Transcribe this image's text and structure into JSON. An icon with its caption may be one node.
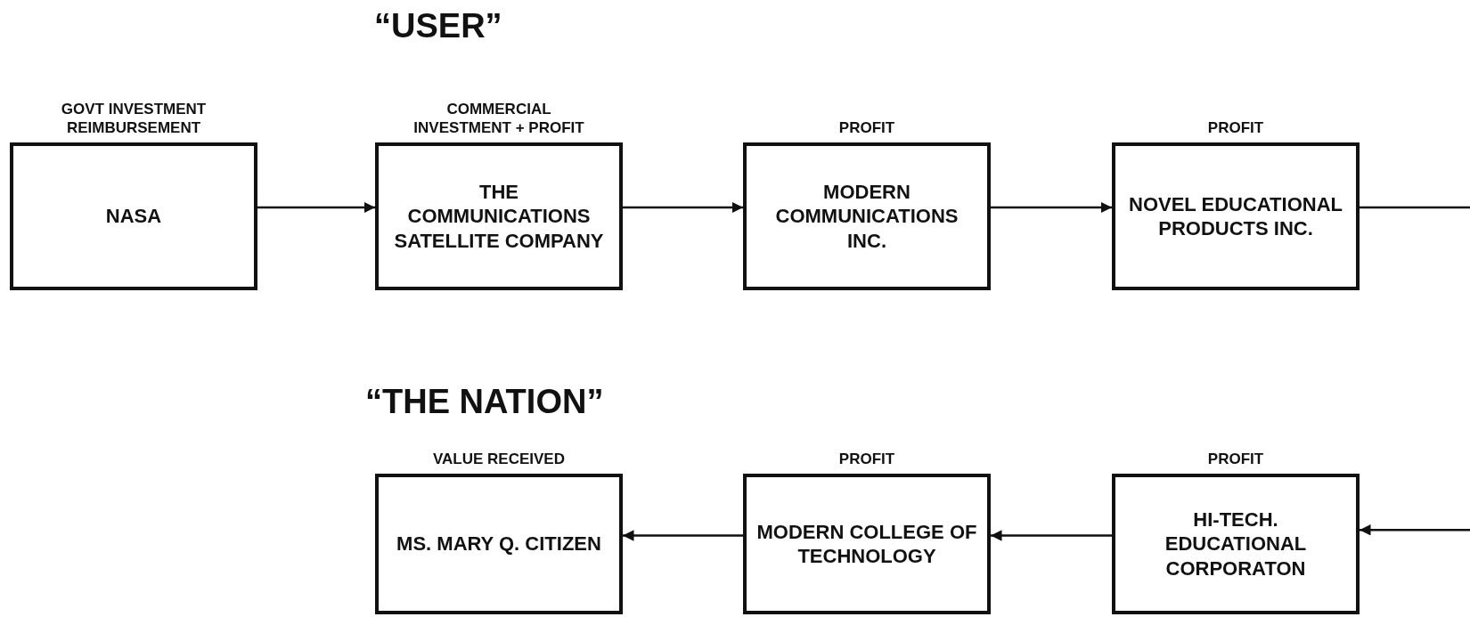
{
  "diagram": {
    "nodes": [
      {
        "text": [
          "NASA"
        ],
        "beside": [
          "GOVT INVESTMENT REIMBURSEMENT"
        ]
      },
      {
        "text": [
          "THE COMMUNICATIONS SATELLITE COMPANY"
        ],
        "beside": [
          "COMMERCIAL INVESTMENT + PROFIT"
        ]
      },
      {
        "text": [
          "MODERN COMMUNICATIONS INC."
        ],
        "beside": [
          "PROFIT"
        ]
      },
      {
        "text": [
          "NOVEL EDUCATIONAL PRODUCTS INC."
        ],
        "beside": [
          "PROFIT"
        ]
      },
      {
        "text": [
          "MS. MARY Q. CITIZEN"
        ],
        "beside": [
          "VALUE RECEIVED"
        ]
      },
      {
        "text": [
          "MODERN COLLEGE OF TECHNOLOGY"
        ],
        "beside": [
          "PROFIT"
        ]
      },
      {
        "text": [
          "HI-TECH. EDUCATIONAL CORPORATON"
        ],
        "beside": [
          "PROFIT"
        ]
      }
    ],
    "edges": [
      {
        "from": 0,
        "to": 1,
        "arrow": "to"
      },
      {
        "from": 1,
        "to": 2,
        "arrow": "to"
      },
      {
        "from": 2,
        "to": 3,
        "arrow": "to"
      },
      {
        "from": 3,
        "to": null,
        "arrow": "none"
      },
      {
        "from": null,
        "to": 6,
        "arrow": "to"
      },
      {
        "from": 6,
        "to": 5,
        "arrow": "to"
      },
      {
        "from": 5,
        "to": 4,
        "arrow": "to"
      }
    ],
    "labels": [
      "“USER”",
      "“THE NATION”"
    ]
  }
}
